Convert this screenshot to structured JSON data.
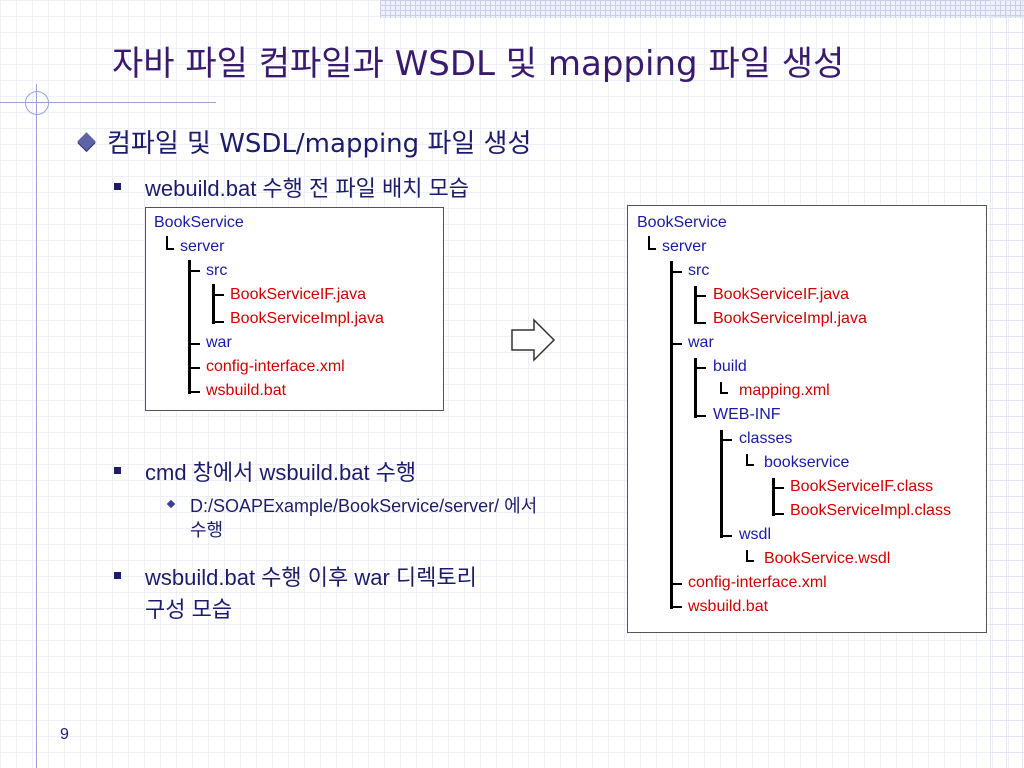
{
  "slide": {
    "title": "자바 파일 컴파일과 WSDL 및 mapping 파일 생성",
    "page_number": "9"
  },
  "content": {
    "heading": "컴파일 및 WSDL/mapping 파일 생성",
    "item1": "webuild.bat 수행 전 파일 배치 모습",
    "item2": "cmd 창에서 wsbuild.bat 수행",
    "item2_sub_line1": "D:/SOAPExample/BookService/server/ 에서",
    "item2_sub_line2": "수행",
    "item3_line1": "wsbuild.bat 수행 이후 war 디렉토리",
    "item3_line2": "구성 모습"
  },
  "tree_before": [
    {
      "text": "BookService",
      "color": "blue"
    },
    {
      "text": "server",
      "color": "blue"
    },
    {
      "text": "src",
      "color": "blue"
    },
    {
      "text": "BookServiceIF.java",
      "color": "red"
    },
    {
      "text": "BookServiceImpl.java",
      "color": "red"
    },
    {
      "text": "war",
      "color": "blue"
    },
    {
      "text": "config-interface.xml",
      "color": "red"
    },
    {
      "text": "wsbuild.bat",
      "color": "red"
    }
  ],
  "tree_after": [
    {
      "text": "BookService",
      "color": "blue"
    },
    {
      "text": "server",
      "color": "blue"
    },
    {
      "text": "src",
      "color": "blue"
    },
    {
      "text": "BookServiceIF.java",
      "color": "red"
    },
    {
      "text": "BookServiceImpl.java",
      "color": "red"
    },
    {
      "text": "war",
      "color": "blue"
    },
    {
      "text": "build",
      "color": "blue"
    },
    {
      "text": "mapping.xml",
      "color": "red"
    },
    {
      "text": "WEB-INF",
      "color": "blue"
    },
    {
      "text": "classes",
      "color": "blue"
    },
    {
      "text": "bookservice",
      "color": "blue"
    },
    {
      "text": "BookServiceIF.class",
      "color": "red"
    },
    {
      "text": "BookServiceImpl.class",
      "color": "red"
    },
    {
      "text": "wsdl",
      "color": "blue"
    },
    {
      "text": "BookService.wsdl",
      "color": "red"
    },
    {
      "text": "config-interface.xml",
      "color": "red"
    },
    {
      "text": "wsbuild.bat",
      "color": "red"
    }
  ],
  "colors": {
    "title": "#3a1a6e",
    "body_text": "#1c1c6b",
    "folder": "#1a1aa6",
    "file": "#d00000",
    "accent": "#9aa3d0"
  },
  "icons": [
    "diamond-bullet-icon",
    "square-bullet-icon",
    "small-diamond-bullet-icon",
    "right-arrow-icon"
  ]
}
